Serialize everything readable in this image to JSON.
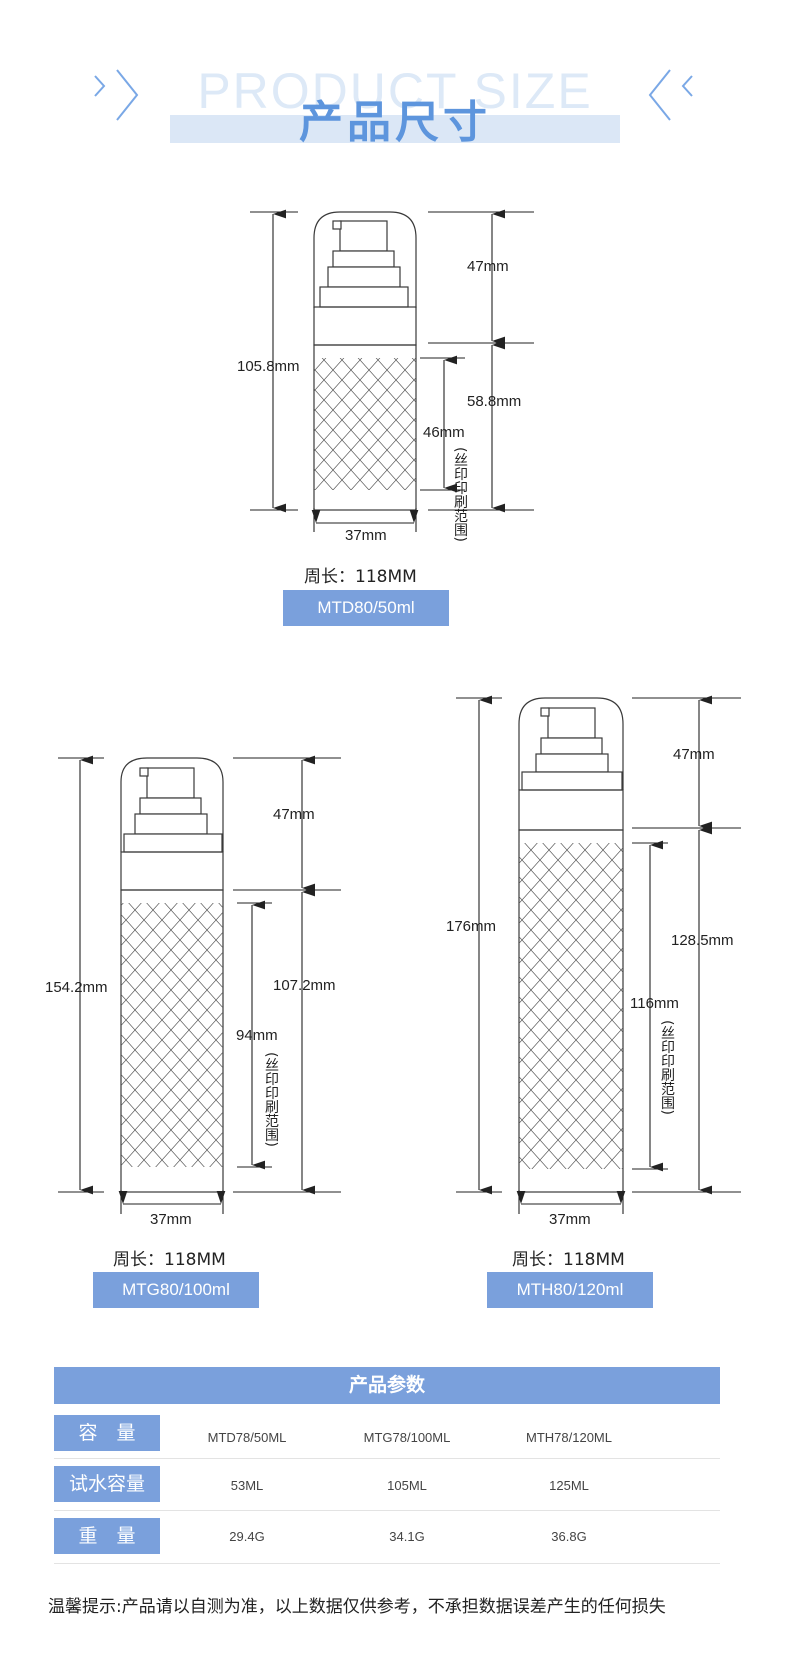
{
  "header": {
    "background_word": "PRODUCT SIZE",
    "title": "产品尺寸"
  },
  "products": [
    {
      "id": "mtd",
      "dimensions": {
        "total_height": "105.8mm",
        "cap_height": "47mm",
        "body_height": "58.8mm",
        "print_height": "46mm",
        "print_note": "(丝印印刷范围)",
        "width": "37mm"
      },
      "perimeter": "周长：118MM",
      "model": "MTD80/50ml"
    },
    {
      "id": "mtg",
      "dimensions": {
        "total_height": "154.2mm",
        "cap_height": "47mm",
        "body_height": "107.2mm",
        "print_height": "94mm",
        "print_note": "(丝印印刷范围)",
        "width": "37mm"
      },
      "perimeter": "周长：118MM",
      "model": "MTG80/100ml"
    },
    {
      "id": "mth",
      "dimensions": {
        "total_height": "176mm",
        "cap_height": "47mm",
        "body_height": "128.5mm",
        "print_height": "116mm",
        "print_note": "(丝印印刷范围)",
        "width": "37mm"
      },
      "perimeter": "周长：118MM",
      "model": "MTH80/120ml"
    }
  ],
  "params_table": {
    "title": "产品参数",
    "rows": [
      {
        "label": "容　量",
        "values": [
          "MTD78/50ML",
          "MTG78/100ML",
          "MTH78/120ML"
        ]
      },
      {
        "label": "试水容量",
        "values": [
          "53ML",
          "105ML",
          "125ML"
        ]
      },
      {
        "label": "重　量",
        "values": [
          "29.4G",
          "34.1G",
          "36.8G"
        ]
      }
    ]
  },
  "footnote": "温馨提示:产品请以自测为准，以上数据仅供参考，不承担数据误差产生的任何损失",
  "colors": {
    "accent": "#7aa0dc",
    "title_blue": "#5d95dd",
    "line": "#222222"
  }
}
